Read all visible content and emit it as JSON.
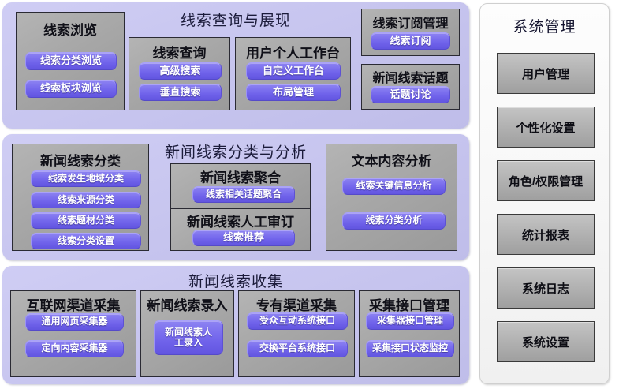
{
  "meta": {
    "palette": {
      "panel_lavender": "#c7c5f0",
      "box_gray": "#a8a8a8",
      "pill_purple": "#6f62ea",
      "sidebar_bg": "#f7f7f7",
      "side_button_gray": "#b3b3b3",
      "title_navy": "#1b1b3a"
    }
  },
  "groups": [
    {
      "title": "线索查询与展现",
      "boxes": [
        {
          "title": "线索浏览",
          "pills": [
            "线索分类浏览",
            "线索板块浏览"
          ]
        },
        {
          "title": "线索查询",
          "pills": [
            "高级搜索",
            "垂直搜索"
          ]
        },
        {
          "title": "用户个人工作台",
          "pills": [
            "自定义工作台",
            "布局管理"
          ]
        },
        {
          "title": "线索订阅管理",
          "pills": [
            "线索订阅"
          ]
        },
        {
          "title": "新闻线索话题",
          "pills": [
            "话题讨论"
          ]
        }
      ]
    },
    {
      "title": "新闻线索分类与分析",
      "boxes": [
        {
          "title": "新闻线索分类",
          "pills": [
            "线索发生地域分类",
            "线索来源分类",
            "线索题材分类",
            "线索分类设置"
          ]
        },
        {
          "title": "新闻线索聚合",
          "pills": [
            "线索相关话题聚合"
          ]
        },
        {
          "title": "新闻线索人工审订",
          "pills": [
            "线索推荐"
          ]
        },
        {
          "title": "文本内容分析",
          "pills": [
            "线索关键信息分析",
            "线索分类分析"
          ]
        }
      ]
    },
    {
      "title": "新闻线索收集",
      "boxes": [
        {
          "title": "互联网渠道采集",
          "pills": [
            "通用网页采集器",
            "定向内容采集器"
          ]
        },
        {
          "title": "新闻线索录入",
          "pills": [
            "新闻线索人\n工录入"
          ]
        },
        {
          "title": "专有渠道采集",
          "pills": [
            "受众互动系统接口",
            "交换平台系统接口"
          ]
        },
        {
          "title": "采集接口管理",
          "pills": [
            "采集器接口管理",
            "采集接口状态监控"
          ]
        }
      ]
    }
  ],
  "sidebar": {
    "title": "系统管理",
    "items": [
      {
        "label": "用户管理"
      },
      {
        "label": "个性化设置"
      },
      {
        "label": "角色/权限管理"
      },
      {
        "label": "统计报表"
      },
      {
        "label": "系统日志"
      },
      {
        "label": "系统设置"
      }
    ]
  }
}
